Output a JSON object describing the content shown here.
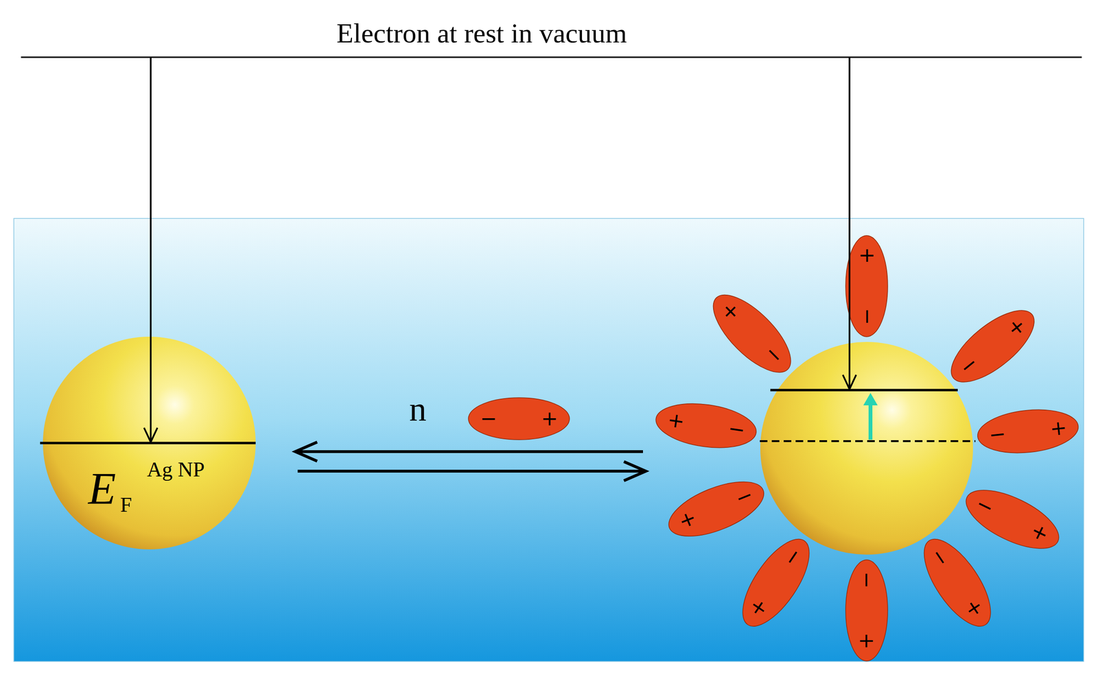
{
  "diagram": {
    "nodes": [
      {
        "text": [
          "E",
          "Ag NP",
          "F"
        ]
      }
    ],
    "labels": [
      "Electron at rest in vacuum",
      "n",
      "−",
      "+",
      "+",
      "−",
      "+",
      "−",
      "+",
      "−",
      "+",
      "−",
      "+",
      "−",
      "+",
      "−",
      "+",
      "−",
      "+",
      "−",
      "+",
      "−",
      "+",
      "−"
    ]
  }
}
